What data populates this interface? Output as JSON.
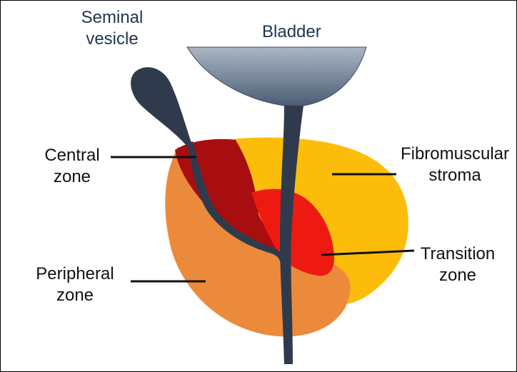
{
  "labels": {
    "seminal_vesicle": [
      "Seminal",
      "vesicle"
    ],
    "bladder": "Bladder",
    "central_zone": [
      "Central",
      "zone"
    ],
    "fibromuscular_stroma": [
      "Fibromuscular",
      "stroma"
    ],
    "transition_zone": [
      "Transition",
      "zone"
    ],
    "peripheral_zone": [
      "Peripheral",
      "zone"
    ]
  },
  "colors": {
    "fibromuscular_stroma": "#fbbd0a",
    "peripheral_zone": "#ec8a3c",
    "central_zone": "#a80e0f",
    "transition_zone": "#ee1a12",
    "ducts": "#2f3b4c",
    "bladder": "#8a9aae"
  }
}
